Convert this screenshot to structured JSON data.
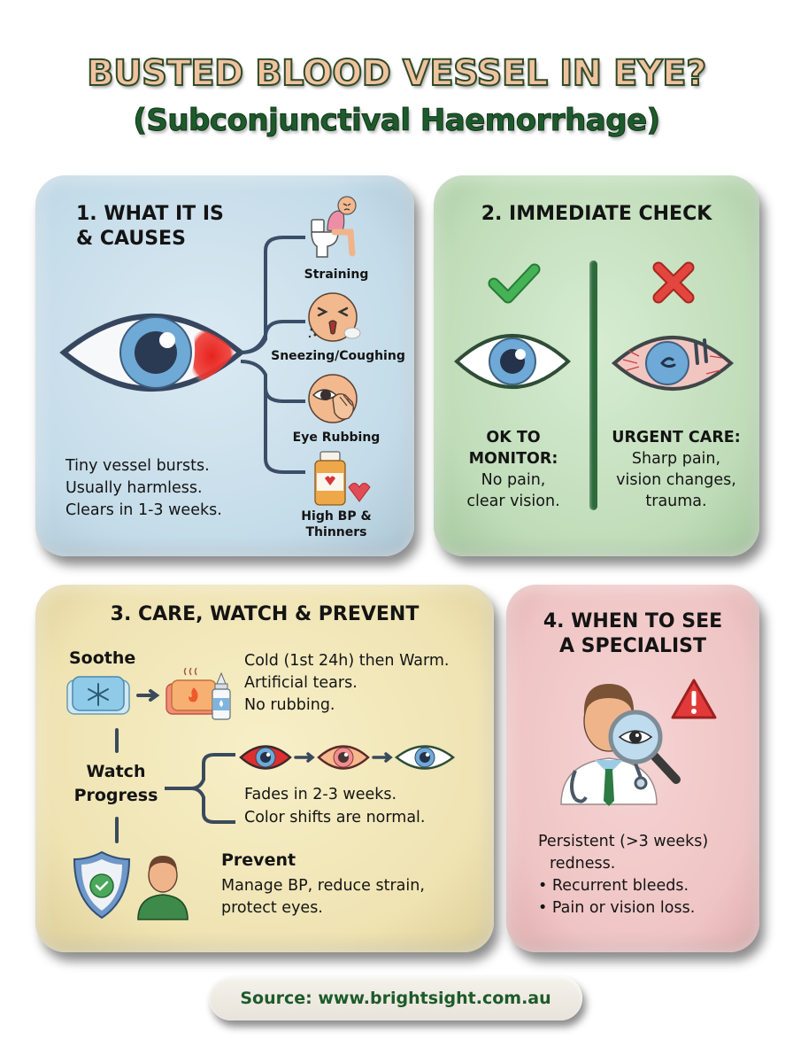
{
  "header": {
    "title": "BUSTED BLOOD VESSEL IN EYE?",
    "subtitle": "(Subconjunctival Haemorrhage)"
  },
  "colors": {
    "panel1_bg": "#c3dbe8",
    "panel2_bg": "#bfdcb8",
    "panel3_bg": "#efe3b2",
    "panel4_bg": "#efc4c4",
    "title_fill": "#f0c2a0",
    "subtitle_fill": "#1e5b2c",
    "check_green": "#3aa54a",
    "cross_red": "#e0443c",
    "blood_red": "#e8231e"
  },
  "panel1": {
    "heading_line1": "1. WHAT IT IS",
    "heading_line2": "& CAUSES",
    "icon": "red-eye-icon",
    "summary": [
      "Tiny vessel bursts.",
      "Usually harmless.",
      "Clears in 1-3 weeks."
    ],
    "causes": [
      {
        "label": "Straining",
        "icon": "straining-toilet-icon"
      },
      {
        "label": "Sneezing/Coughing",
        "icon": "sneezing-face-icon"
      },
      {
        "label": "Eye Rubbing",
        "icon": "eye-rubbing-icon"
      },
      {
        "label_line1": "High BP &",
        "label_line2": "Thinners",
        "icon": "medicine-bottle-heart-icon"
      }
    ]
  },
  "panel2": {
    "heading": "2. IMMEDIATE CHECK",
    "ok": {
      "icon": "checkmark-icon",
      "lines": [
        "OK TO",
        "MONITOR:",
        "No pain,",
        "clear vision."
      ]
    },
    "urgent": {
      "icon": "cross-icon",
      "lines": [
        "URGENT CARE:",
        "Sharp pain,",
        "vision changes,",
        "trauma."
      ]
    }
  },
  "panel3": {
    "heading": "3. CARE, WATCH & PREVENT",
    "soothe": {
      "label": "Soothe",
      "lines": [
        "Cold (1st 24h) then Warm.",
        "Artificial tears.",
        "No rubbing."
      ]
    },
    "watch": {
      "label_line1": "Watch",
      "label_line2": "Progress",
      "lines": [
        "Fades in 2-3 weeks.",
        "Color shifts are normal."
      ]
    },
    "prevent": {
      "label": "Prevent",
      "lines": [
        "Manage BP, reduce strain,",
        "protect eyes."
      ]
    }
  },
  "panel4": {
    "heading_line1": "4. WHEN TO SEE",
    "heading_line2": "A SPECIALIST",
    "lines": [
      "Persistent (>3 weeks)",
      "redness.",
      "• Recurrent bleeds.",
      "• Pain or vision loss."
    ]
  },
  "footer": {
    "source": "Source: www.brightsight.com.au"
  }
}
